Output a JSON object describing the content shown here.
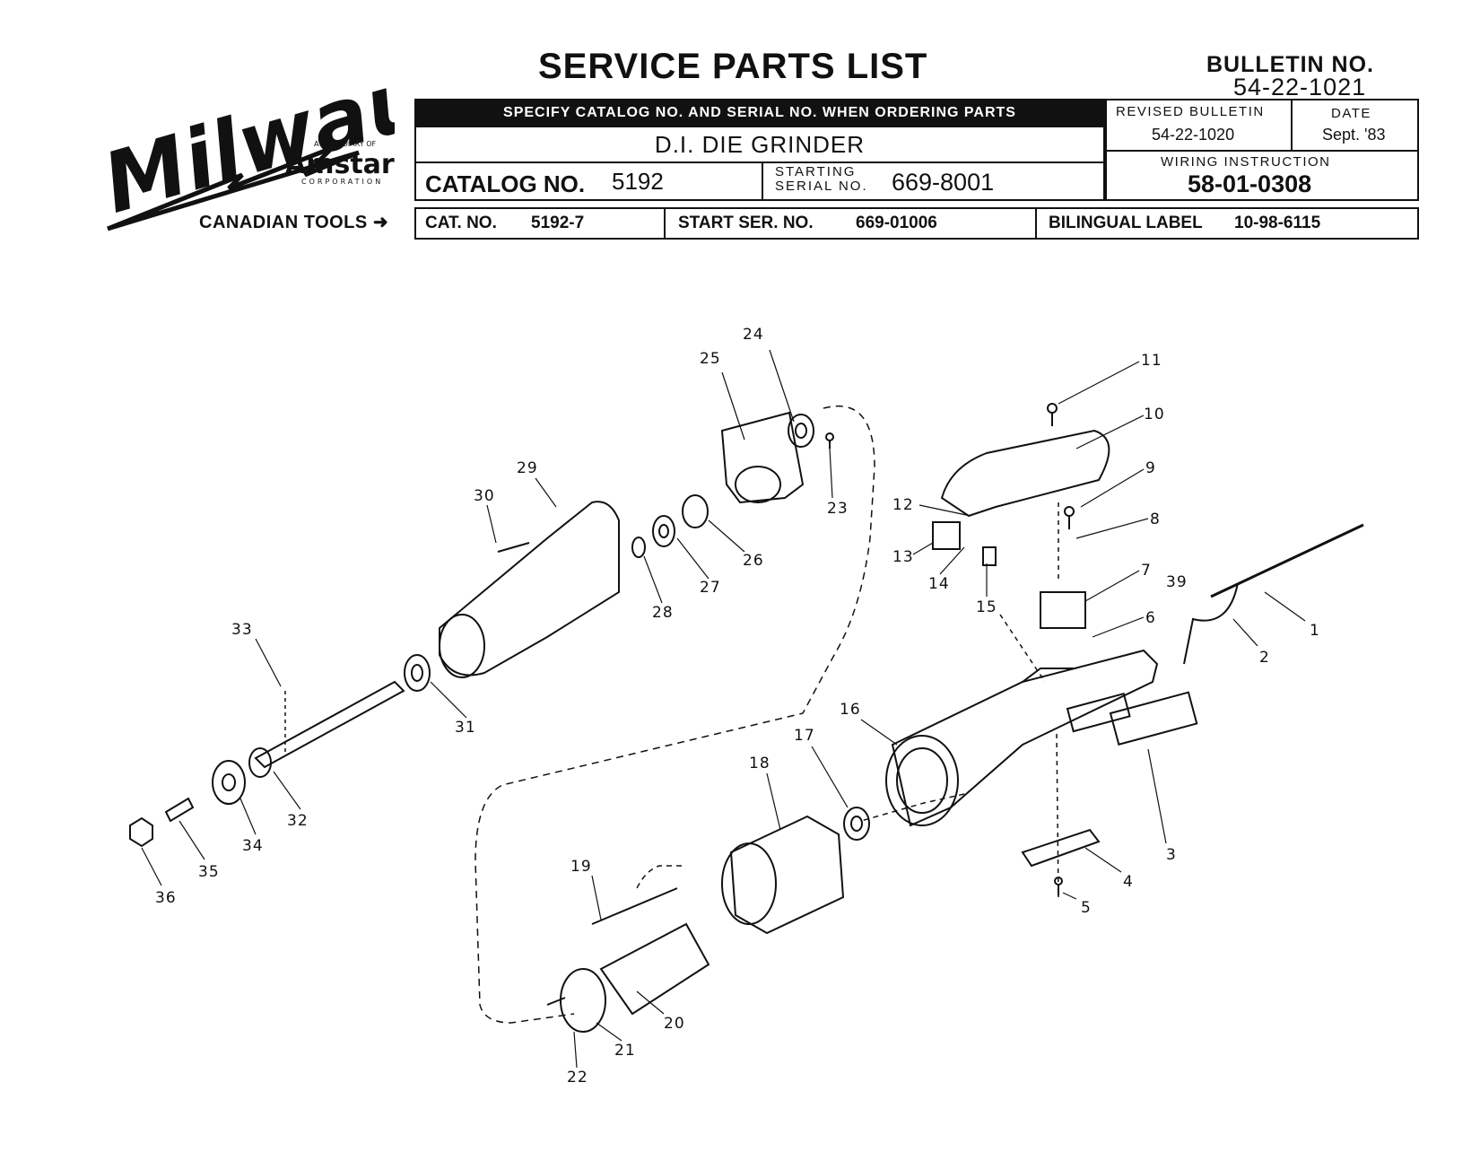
{
  "header": {
    "title": "SERVICE PARTS LIST",
    "bulletin_label": "BULLETIN NO.",
    "bulletin_no": "54-22-1021",
    "brand": "Milwaukee",
    "subsidiary_text": "A SUBSIDIARY OF",
    "parent_brand": "Amstar",
    "parent_sub": "CORPORATION",
    "specify_banner": "SPECIFY CATALOG NO. AND SERIAL NO. WHEN ORDERING PARTS",
    "tool_name": "D.I. DIE GRINDER",
    "catalog_label": "CATALOG NO.",
    "catalog_no": "5192",
    "starting_serial_label_1": "STARTING",
    "starting_serial_label_2": "SERIAL NO.",
    "starting_serial_no": "669-8001",
    "revised_bulletin_label": "REVISED BULLETIN",
    "revised_bulletin": "54-22-1020",
    "date_label": "DATE",
    "date": "Sept. '83",
    "wiring_label": "WIRING INSTRUCTION",
    "wiring_no": "58-01-0308",
    "canadian_label": "CANADIAN TOOLS",
    "can_cat_label": "CAT. NO.",
    "can_cat_no": "5192-7",
    "can_start_label": "START SER. NO.",
    "can_start_no": "669-01006",
    "bilingual_label": "BILINGUAL LABEL",
    "bilingual_no": "10-98-6115"
  },
  "diagram": {
    "callouts": [
      "1",
      "2",
      "3",
      "4",
      "5",
      "6",
      "7",
      "8",
      "9",
      "10",
      "11",
      "12",
      "13",
      "14",
      "15",
      "16",
      "17",
      "18",
      "19",
      "20",
      "21",
      "22",
      "23",
      "24",
      "25",
      "26",
      "27",
      "28",
      "29",
      "30",
      "31",
      "32",
      "33",
      "34",
      "35",
      "36",
      "39"
    ]
  }
}
